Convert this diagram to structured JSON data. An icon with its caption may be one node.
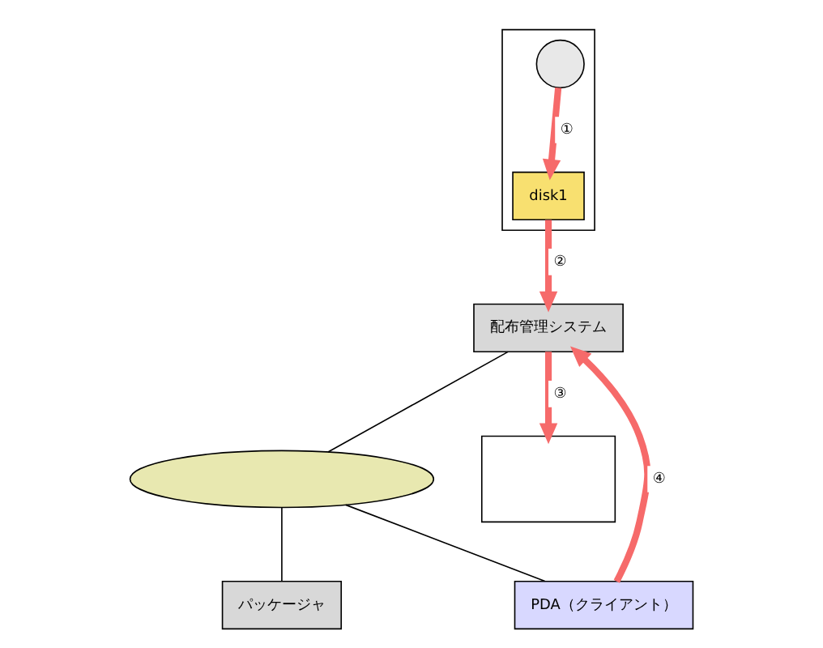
{
  "diagram": {
    "nodes": [
      {
        "text": [
          "配布管理システム"
        ]
      },
      {
        "text": [],
        "shape": "ellipse"
      },
      {
        "text": [
          "PDA（クライアント）"
        ]
      },
      {
        "text": [],
        "shape": "box"
      },
      {
        "text": [],
        "shape": "box"
      },
      {
        "text": [],
        "shape": "circle",
        "in": 4
      },
      {
        "text": [
          "disk1"
        ],
        "in": 4
      },
      {
        "text": [
          "パッケージャ"
        ]
      }
    ],
    "edges": [
      {
        "from": 0,
        "to": 1,
        "arrow": "none",
        "color": "#000000"
      },
      {
        "from": 1,
        "to": 2,
        "arrow": "none",
        "color": "#000000"
      },
      {
        "from": 1,
        "to": 7,
        "arrow": "none",
        "color": "#000000"
      },
      {
        "from": 5,
        "to": 6,
        "arrow": "to",
        "label": "①"
      },
      {
        "from": 6,
        "to": 0,
        "arrow": "to",
        "label": "②"
      },
      {
        "from": 0,
        "to": 3,
        "arrow": "to",
        "label": "③"
      },
      {
        "from": 2,
        "to": 0,
        "arrow": "to",
        "label": "④"
      }
    ]
  }
}
